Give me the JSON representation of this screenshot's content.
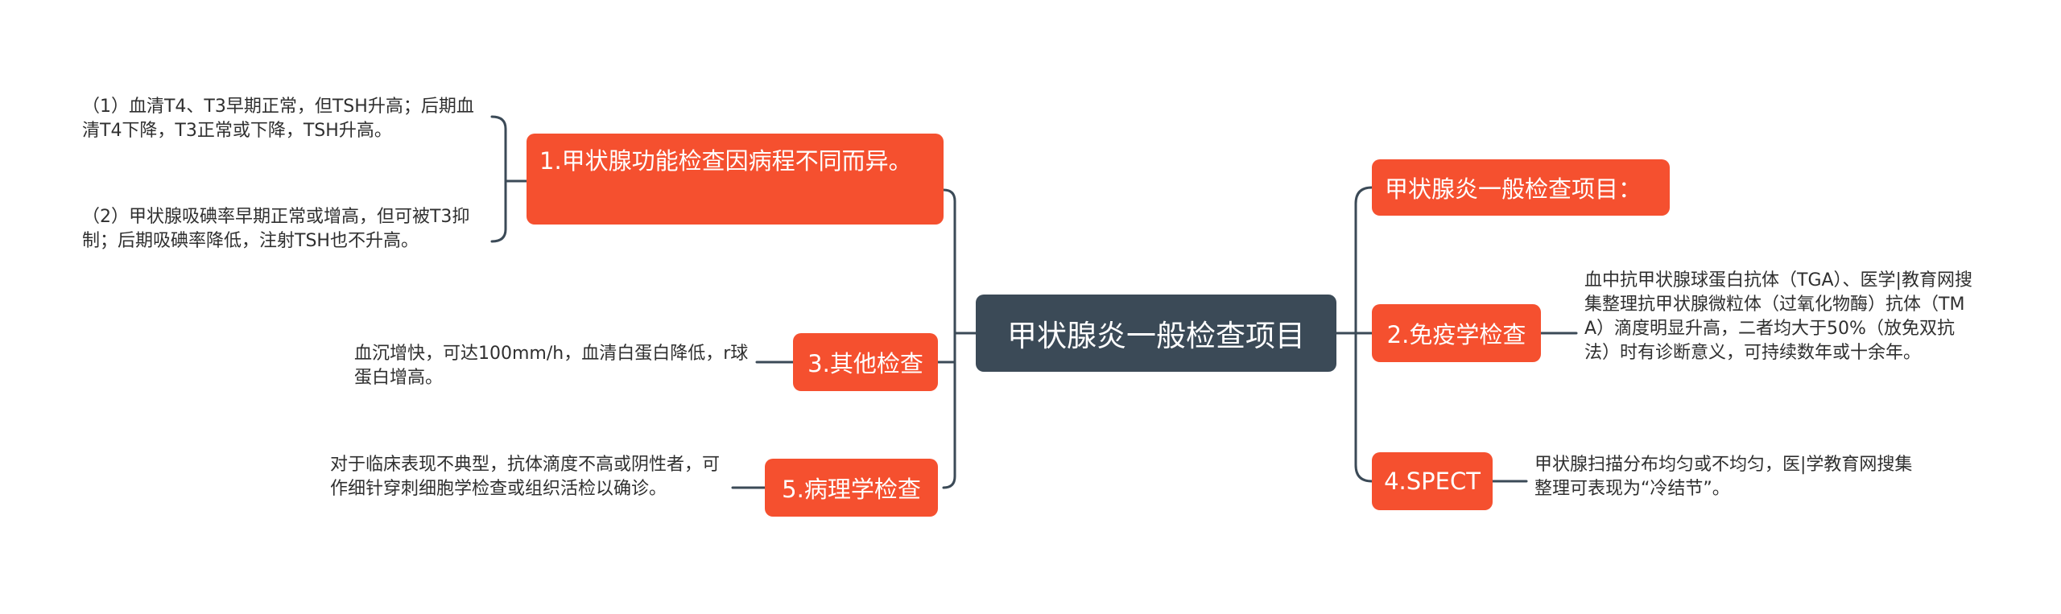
{
  "center": {
    "title": "甲状腺炎一般检查项目"
  },
  "left_branches": [
    {
      "label": "1.甲状腺功能检查因病程不同而异。",
      "details": [
        "（1）血清T4、T3早期正常，但TSH升高；后期血清T4下降，T3正常或下降，TSH升高。",
        "（2）甲状腺吸碘率早期正常或增高，但可被T3抑制；后期吸碘率降低，注射TSH也不升高。"
      ]
    },
    {
      "label": "3.其他检查",
      "details": [
        "血沉增快，可达100mm/h，血清白蛋白降低，r球蛋白增高。"
      ]
    },
    {
      "label": "5.病理学检查",
      "details": [
        "对于临床表现不典型，抗体滴度不高或阴性者，可作细针穿刺细胞学检查或组织活检以确诊。"
      ]
    }
  ],
  "right_branches": [
    {
      "label": "甲状腺炎一般检查项目：",
      "details": []
    },
    {
      "label": "2.免疫学检查",
      "details": [
        "血中抗甲状腺球蛋白抗体（TGA）、医学|教育网搜集整理抗甲状腺微粒体（过氧化物酶）抗体（TMA）滴度明显升高，二者均大于50%（放免双抗法）时有诊断意义，可持续数年或十余年。"
      ]
    },
    {
      "label": "4.SPECT",
      "details": [
        "甲状腺扫描分布均匀或不均匀，医|学教育网搜集整理可表现为“冷结节”。"
      ]
    }
  ],
  "colors": {
    "center": "#3b4a57",
    "branch": "#f5502f",
    "line": "#3b4a57",
    "text": "#2f2f2f"
  }
}
